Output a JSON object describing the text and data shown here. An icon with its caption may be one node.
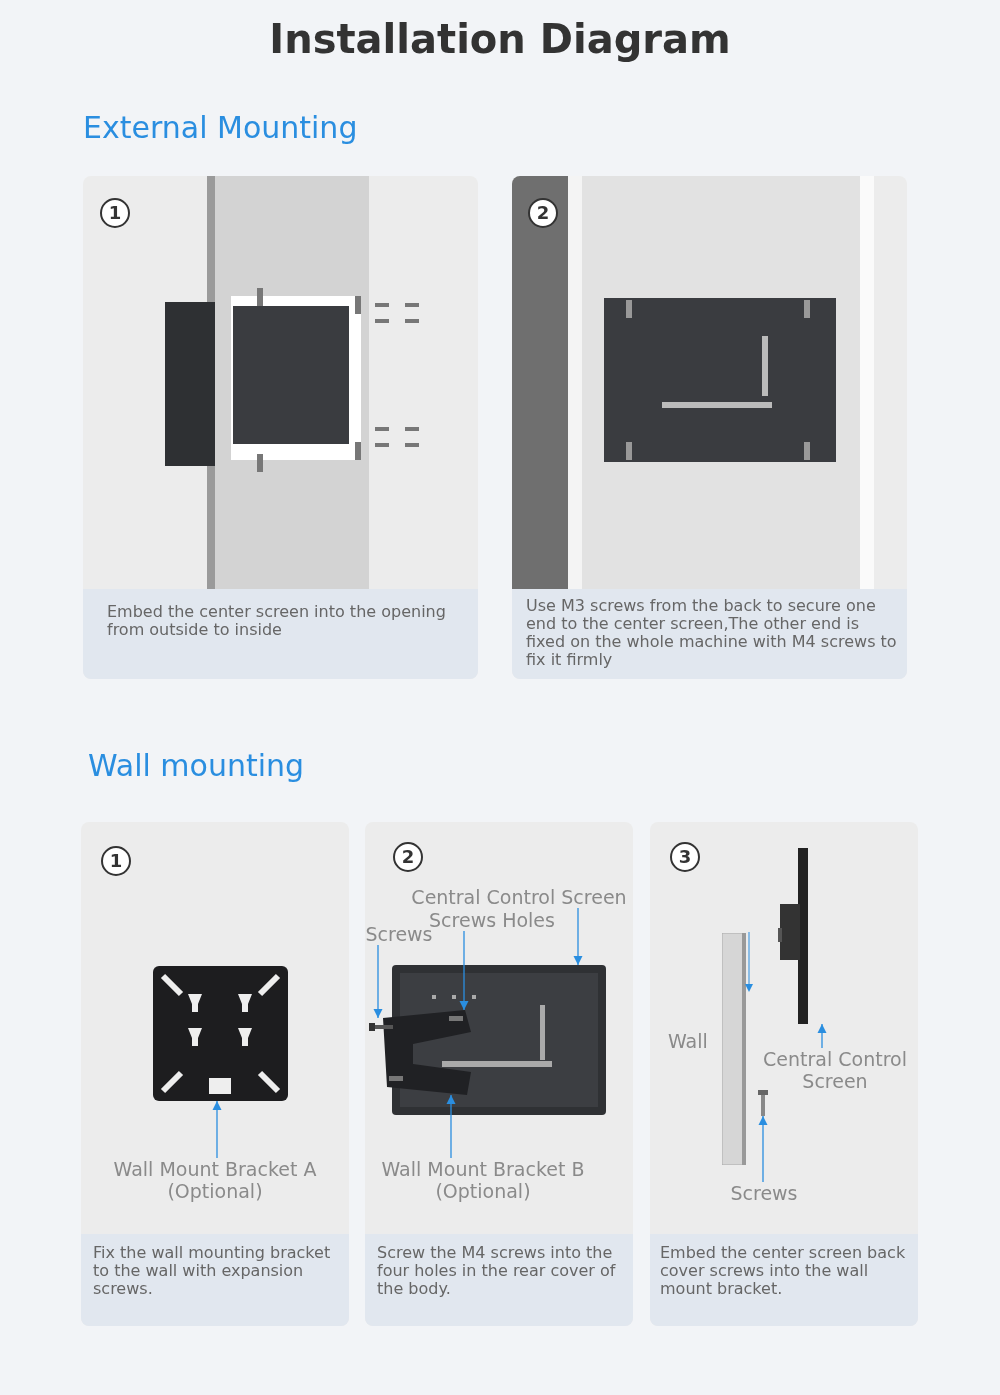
{
  "diagram": {
    "title": "Installation Diagram",
    "nodes": [
      {
        "text": [
          "1",
          "Embed the center screen into the opening from outside to inside"
        ]
      },
      {
        "text": [
          "2",
          "Use M3 screws from the back to secure one end to the center screen,The other end is fixed on the whole machine with M4 screws to fix it firmly"
        ]
      },
      {
        "text": [
          "1",
          "Fix the wall mounting bracket to the wall with expansion screws."
        ]
      },
      {
        "text": [
          "Wall Mount Bracket A (Optional)"
        ],
        "in": 2
      },
      {
        "text": [],
        "shape": "picture",
        "in": 2
      },
      {
        "text": [
          "2",
          "Screw the M4 screws into the four holes in the rear cover of the body."
        ]
      },
      {
        "text": [
          "Central Control Screen"
        ],
        "in": 5
      },
      {
        "text": [
          "Screws Holes"
        ],
        "in": 5
      },
      {
        "text": [
          "Screws"
        ],
        "in": 5
      },
      {
        "text": [
          "Wall Mount Bracket B (Optional)"
        ],
        "in": 5
      },
      {
        "text": [],
        "shape": "picture",
        "in": 5
      },
      {
        "text": [],
        "shape": "picture",
        "in": 5
      },
      {
        "text": [],
        "shape": "picture",
        "in": 5
      },
      {
        "text": [
          "3",
          "Embed the center screen back cover screws into the wall mount bracket."
        ]
      },
      {
        "text": [
          "Central Control Screen"
        ],
        "in": 13
      },
      {
        "text": [
          "Screws"
        ],
        "in": 13
      },
      {
        "text": [],
        "shape": "picture",
        "in": 13
      },
      {
        "text": [],
        "shape": "picture",
        "in": 13
      }
    ],
    "edges": [
      {
        "from": 3,
        "to": 4,
        "arrow": "to"
      },
      {
        "from": 6,
        "to": 10,
        "arrow": "to"
      },
      {
        "from": 7,
        "to": 11,
        "arrow": "to"
      },
      {
        "from": 8,
        "to": 12,
        "arrow": "to"
      },
      {
        "from": 9,
        "to": 11,
        "arrow": "to"
      },
      {
        "from": 14,
        "to": 16,
        "arrow": "to"
      },
      {
        "from": 15,
        "to": 17,
        "arrow": "to"
      }
    ],
    "labels": [
      "External Mounting",
      "Wall mounting",
      "Wall"
    ]
  }
}
